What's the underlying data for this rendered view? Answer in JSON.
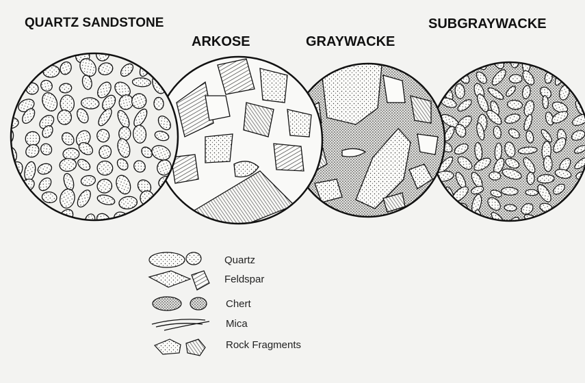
{
  "titles": {
    "quartz_sandstone": "QUARTZ SANDSTONE",
    "arkose": "ARKOSE",
    "graywacke": "GRAYWACKE",
    "subgraywacke": "SUBGRAYWACKE"
  },
  "legend": {
    "quartz": "Quartz",
    "feldspar": "Feldspar",
    "chert": "Chert",
    "mica": "Mica",
    "rock_fragments": "Rock Fragments"
  },
  "icons": {
    "quartz": "quartz-grain-icon",
    "feldspar": "feldspar-grain-icon",
    "chert": "chert-grain-icon",
    "mica": "mica-flake-icon",
    "rock_fragments": "rock-fragment-icon"
  },
  "colors": {
    "background": "#f3f3f1",
    "ink": "#111111",
    "grain_fill": "#fbfbf9"
  }
}
